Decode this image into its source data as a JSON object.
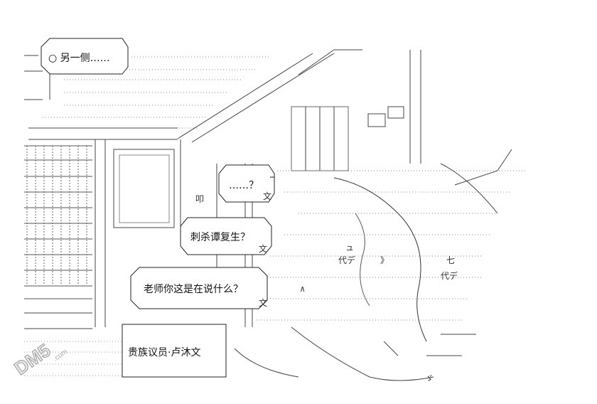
{
  "scene": {
    "captions": [
      "○ 另一侧……",
      "……？",
      "刺杀谭复生？",
      "老师你这是在说什么？"
    ],
    "name_label": "贵族议员·卢沐文",
    "ascii_fragments": [
      "叩",
      "文",
      "文",
      "文",
      "…",
      "ュ",
      "代デ",
      "》",
      "七",
      "代デ",
      "ゞ",
      "∧"
    ]
  },
  "watermark": {
    "text": "DM5",
    "subtext": ".com"
  }
}
